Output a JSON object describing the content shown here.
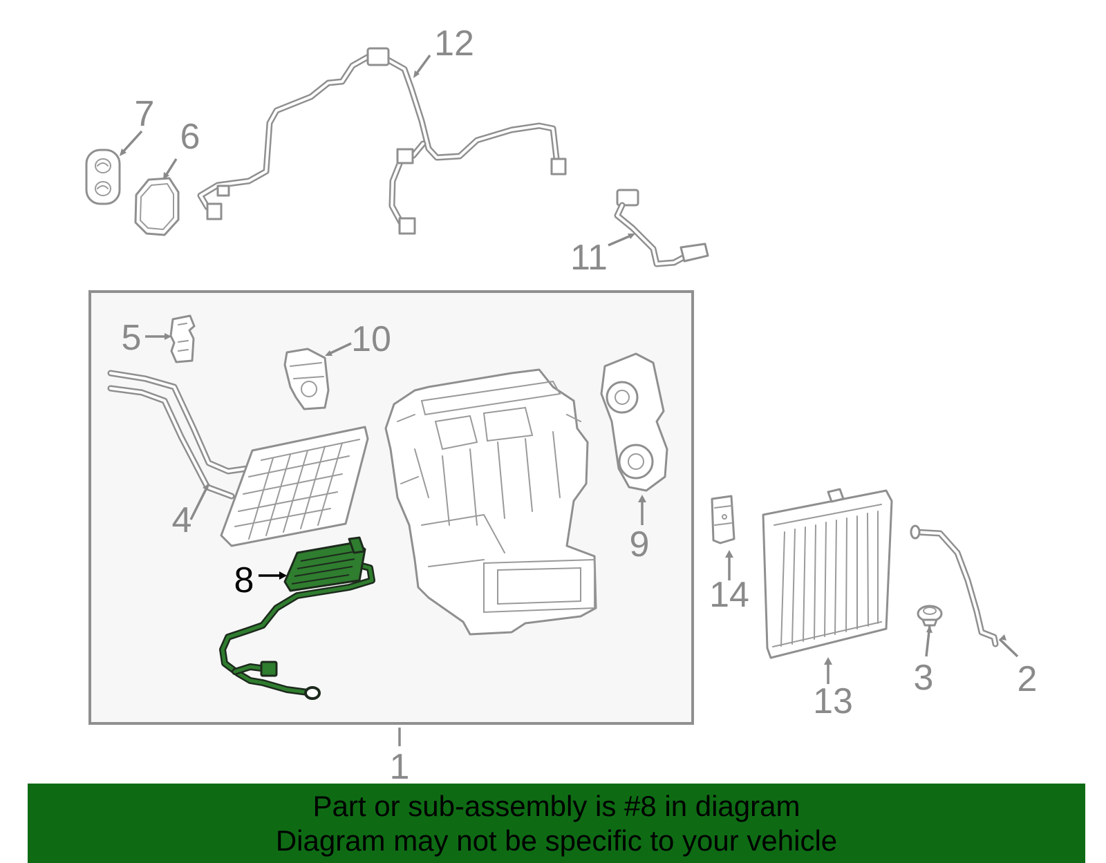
{
  "diagram": {
    "callouts": {
      "c1": "1",
      "c2": "2",
      "c3": "3",
      "c4": "4",
      "c5": "5",
      "c6": "6",
      "c7": "7",
      "c8": "8",
      "c9": "9",
      "c10": "10",
      "c11": "11",
      "c12": "12",
      "c13": "13",
      "c14": "14"
    },
    "highlighted_part": "8",
    "colors": {
      "highlight": "#2f7d2f",
      "banner": "#0e6b14",
      "line_art": "#8a8a8a",
      "box_fill": "#f7f7f7"
    }
  },
  "banner": {
    "line1": "Part or sub-assembly is #8 in diagram",
    "line2": "Diagram may not be specific to your vehicle"
  }
}
